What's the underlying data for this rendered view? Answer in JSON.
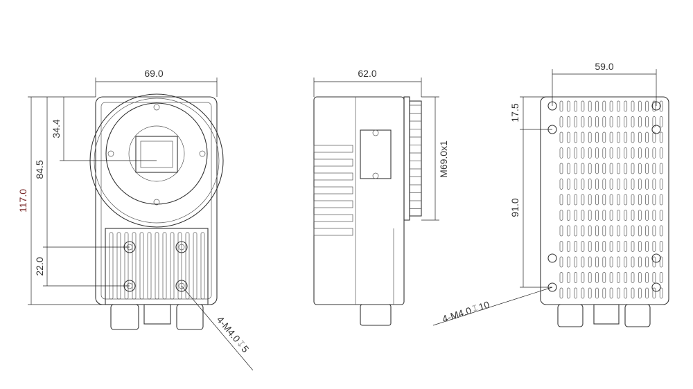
{
  "title": "Camera dimensional drawing",
  "front_view": {
    "width_dim": "69.0",
    "height_dim": "117.0",
    "lens_center_dim": "84.5",
    "top_to_center_dim": "34.4",
    "hole_spacing_dim": "22.0",
    "hole_callout": {
      "prefix": "4-M4.0",
      "depth_symbol": "↧",
      "depth": "5"
    }
  },
  "side_view": {
    "depth_dim": "62.0",
    "thread_dim": "M69.0x1"
  },
  "back_view": {
    "hole_spacing_width_dim": "59.0",
    "top_offset_dim": "17.5",
    "hole_spacing_height_dim": "91.0",
    "hole_callout": {
      "prefix": "4-M4.0",
      "depth_symbol": "↧",
      "depth": "10"
    }
  }
}
